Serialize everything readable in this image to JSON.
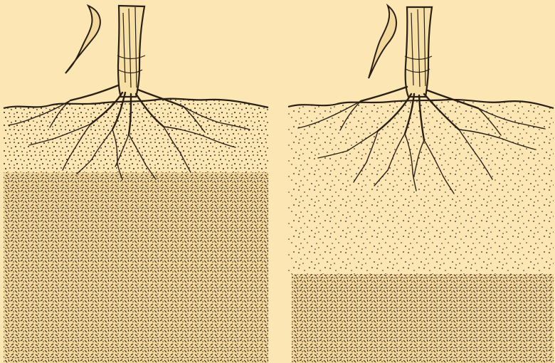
{
  "figure": {
    "panels": [
      {
        "id": "left",
        "description_visible": false,
        "topsoil": "shallow",
        "subsoil": "dense"
      },
      {
        "id": "right",
        "description_visible": false,
        "topsoil": "deep",
        "subsoil": "dense"
      }
    ]
  },
  "colors": {
    "background": "#fbe6b4",
    "ink": "#2a1f14",
    "stem_fill": "#f7e0a6"
  },
  "icons": {
    "left_panel": [
      "stem-illustration",
      "leaf-illustration",
      "roots-illustration",
      "soil-layer-illustration"
    ],
    "right_panel": [
      "stem-illustration",
      "leaf-illustration",
      "roots-illustration",
      "soil-layer-illustration"
    ]
  }
}
